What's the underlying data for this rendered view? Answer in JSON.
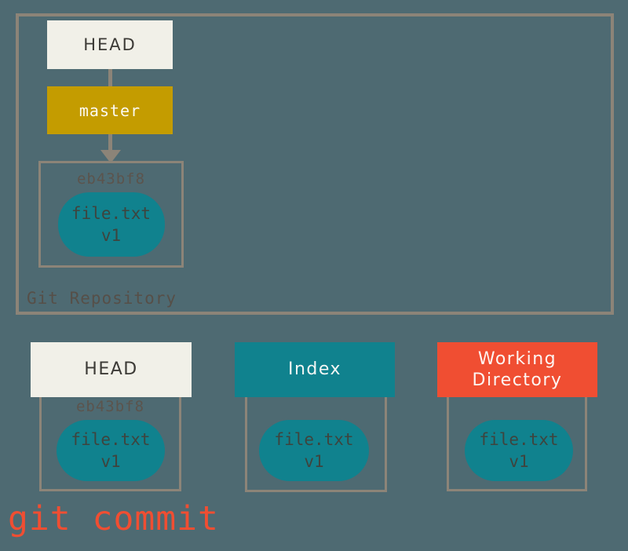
{
  "colors": {
    "background": "#4e6a72",
    "border_taupe": "#8c8478",
    "cream": "#f1f0e8",
    "branch_gold": "#c49c00",
    "teal": "#10828e",
    "accent_red": "#f04e32",
    "dark_text": "#3c3a36",
    "hash_text": "#5b544d",
    "blob_text": "#3e443e"
  },
  "repository": {
    "label": "Git Repository",
    "head_label": "HEAD",
    "branch_label": "master",
    "commit": {
      "hash": "eb43bf8",
      "file": "file.txt",
      "version": "v1"
    }
  },
  "areas": [
    {
      "title": "HEAD",
      "hash": "eb43bf8",
      "file": "file.txt",
      "version": "v1"
    },
    {
      "title": "Index",
      "hash": "",
      "file": "file.txt",
      "version": "v1"
    },
    {
      "title": "Working Directory",
      "hash": "",
      "file": "file.txt",
      "version": "v1"
    }
  ],
  "caption": {
    "text": "git commit"
  }
}
